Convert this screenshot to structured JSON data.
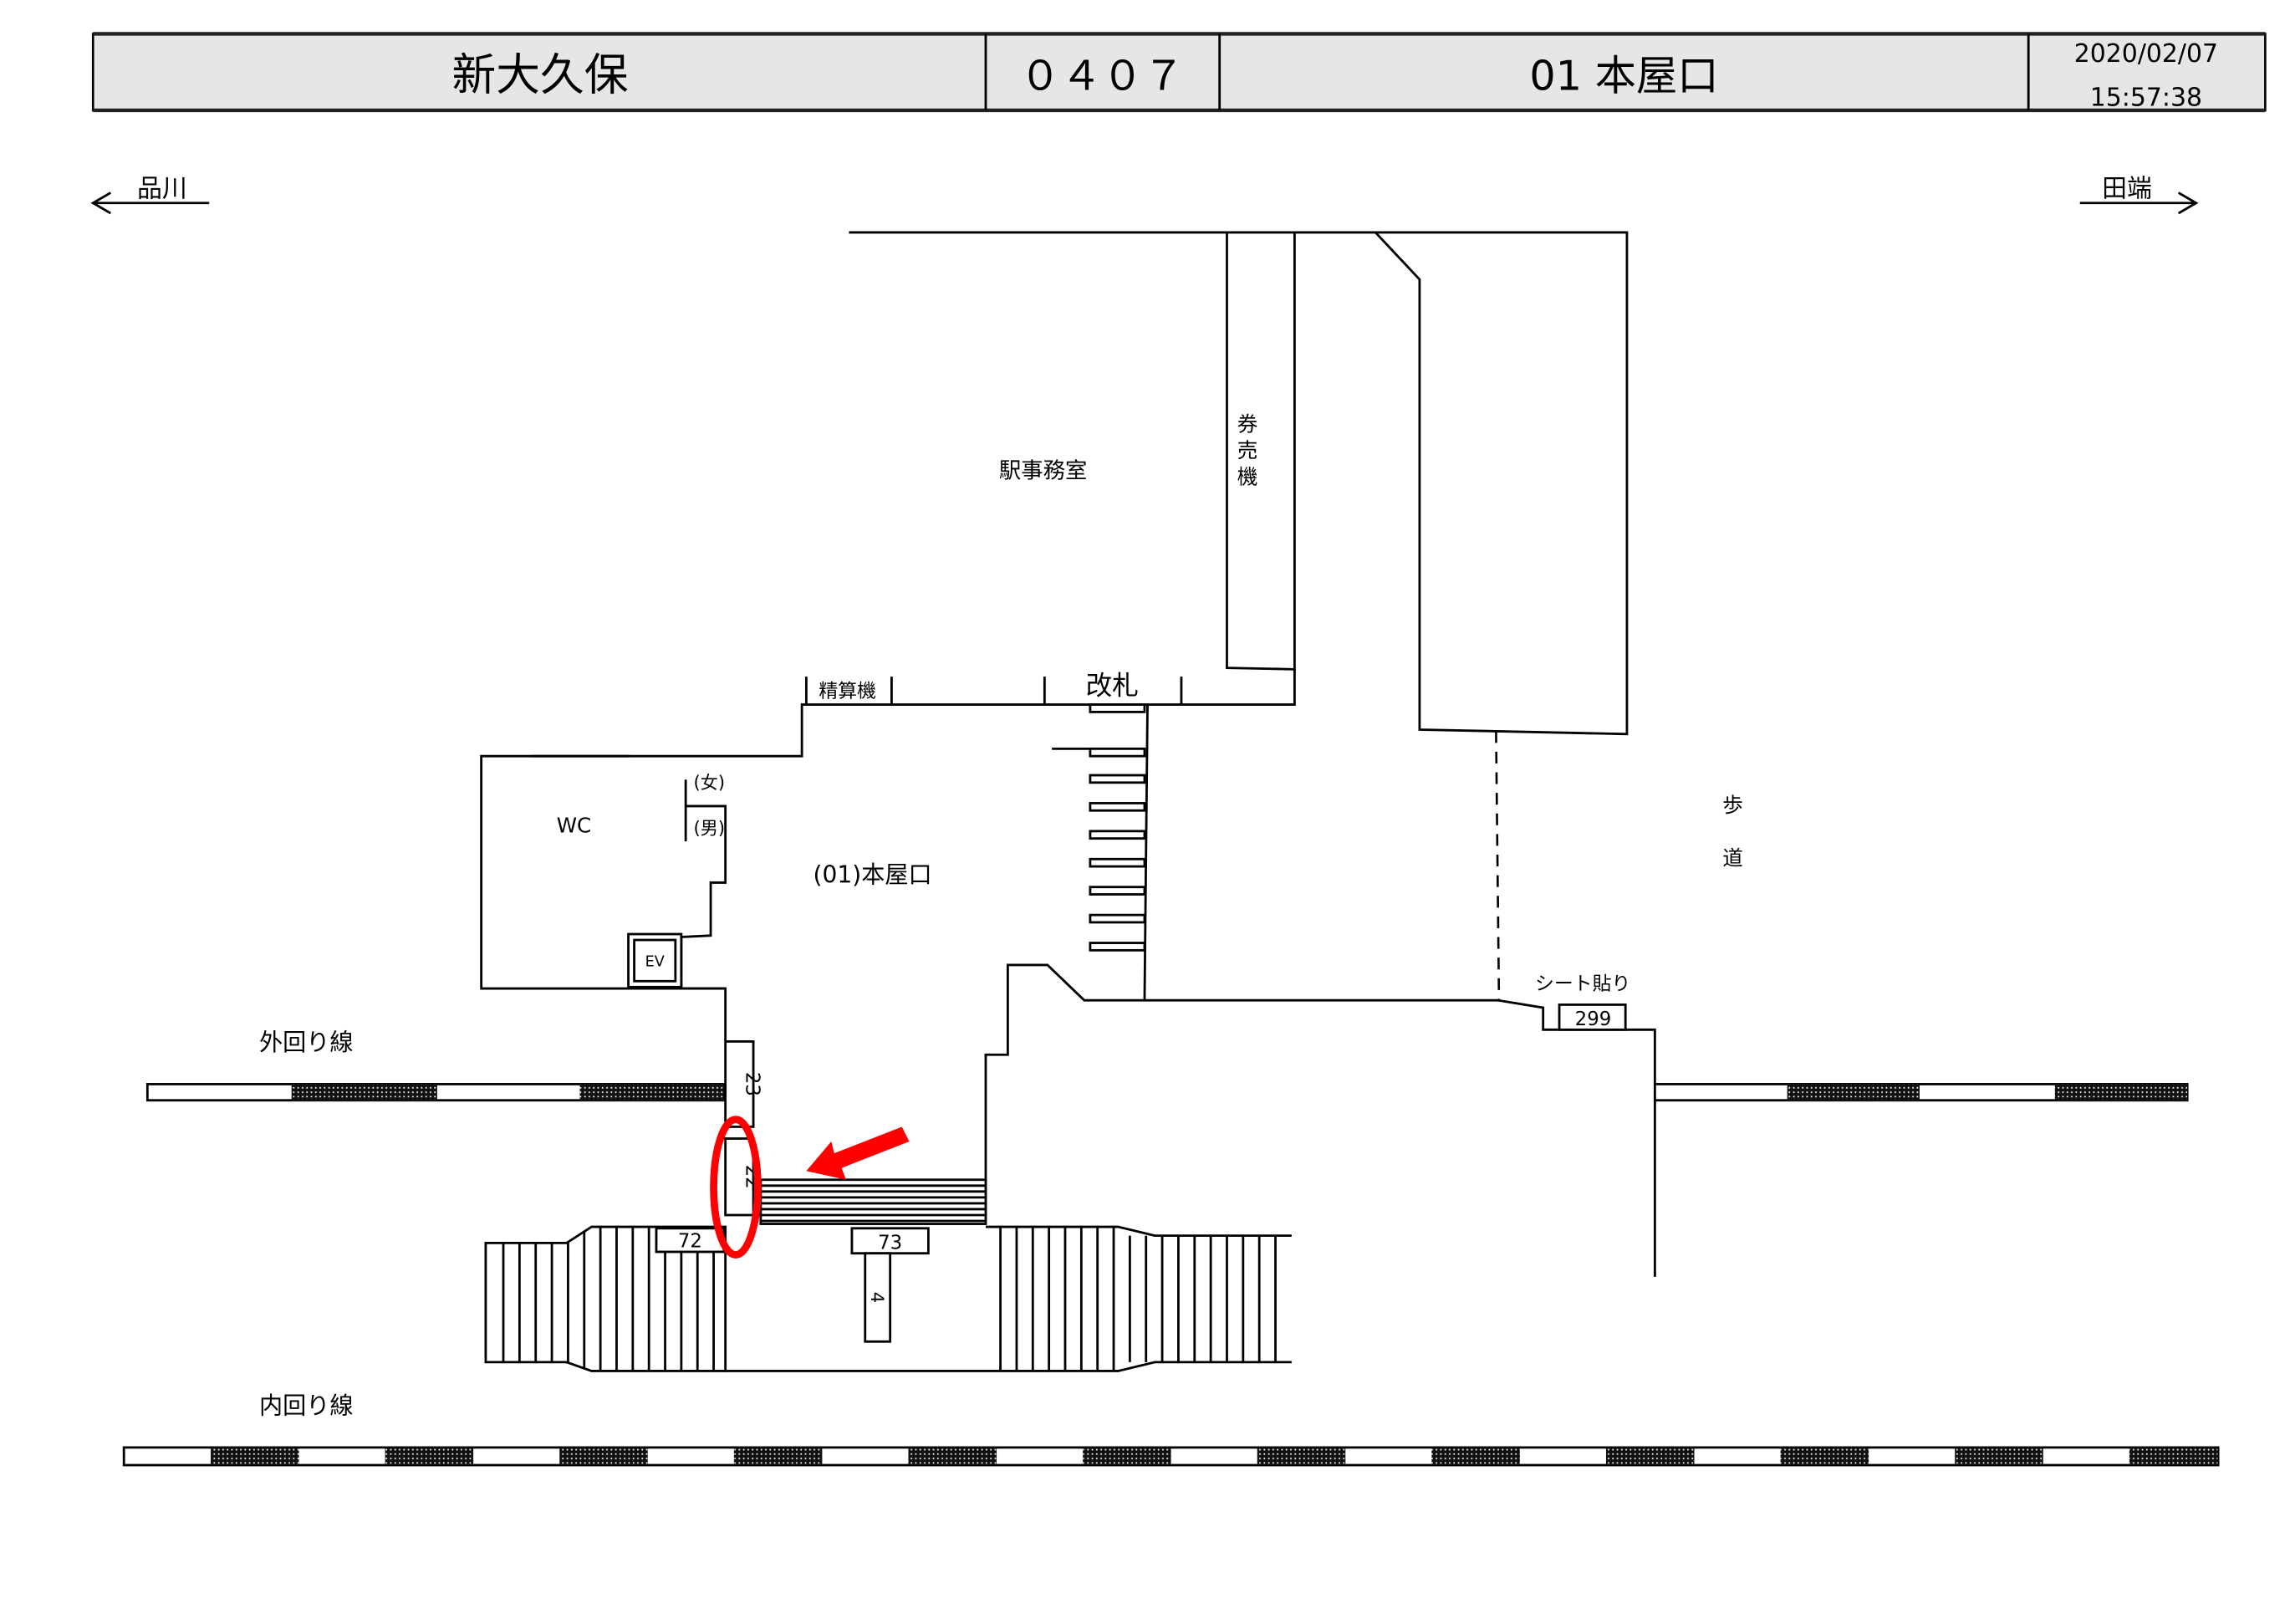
{
  "header": {
    "station": "新大久保",
    "code": "０４０７",
    "exit": "01 本屋口",
    "date": "2020/02/07",
    "time": "15:57:38"
  },
  "directions": {
    "left": "品川",
    "right": "田端"
  },
  "labels": {
    "office": "駅事務室",
    "ticket_machine": [
      "券",
      "売",
      "機"
    ],
    "fare_adjust": "精算機",
    "gate": "改札",
    "wc": "WC",
    "female": "(女)",
    "male": "(男)",
    "ev": "EV",
    "exit_area": "(01)本屋口",
    "sidewalk": [
      "歩",
      "道"
    ],
    "sheet": "シート貼り",
    "outer_line": "外回り線",
    "inner_line": "内回り線"
  },
  "numbers": {
    "n299": "299",
    "n23": "23",
    "n22": "22",
    "n72": "72",
    "n73": "73",
    "n4": "4"
  },
  "colors": {
    "header_bg": "#e6e6e6",
    "highlight": "#ff0000"
  }
}
